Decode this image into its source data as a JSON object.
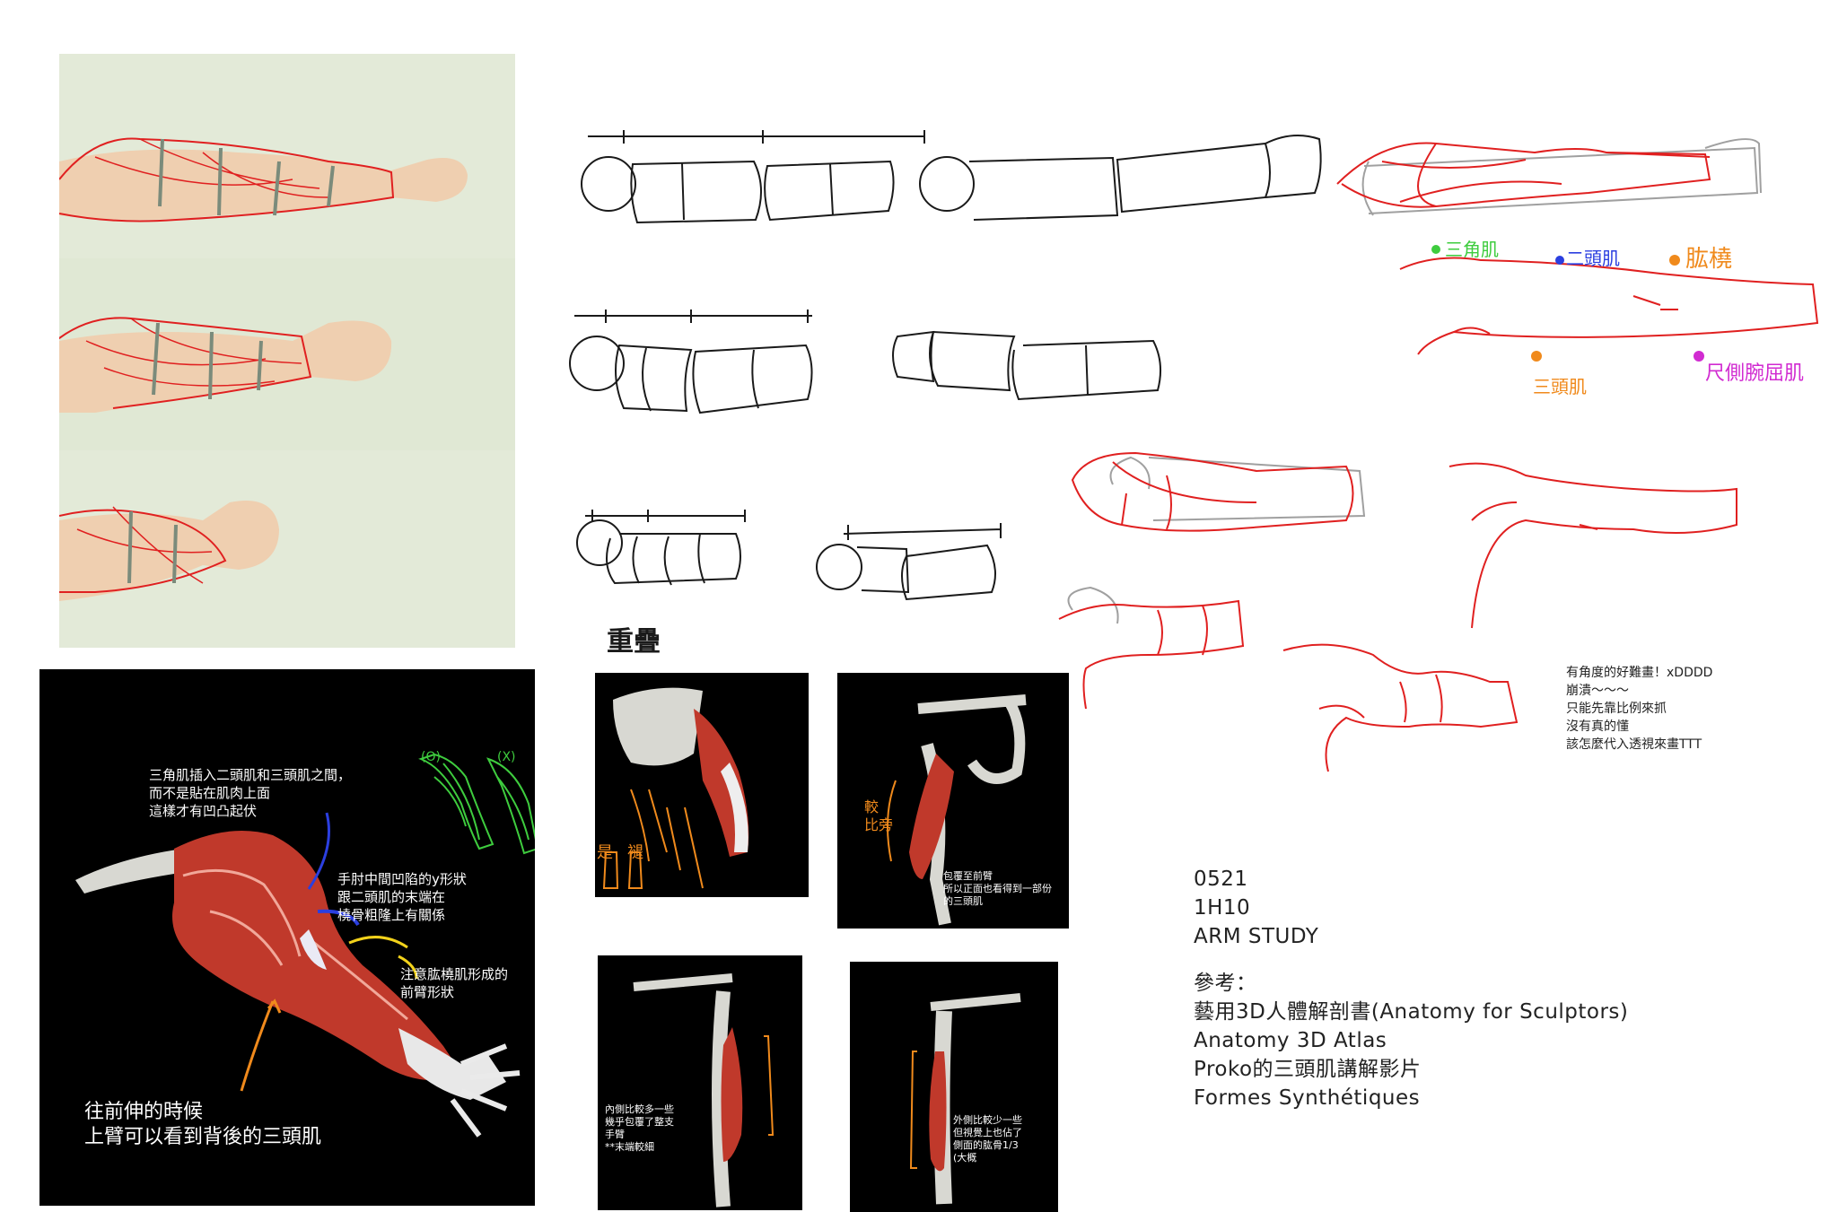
{
  "colors": {
    "red": "#e02020",
    "green": "#3ecc3e",
    "blue": "#2b3fe0",
    "orange": "#f08a1c",
    "magenta": "#d12bd1",
    "ink": "#1a1a1a",
    "gray": "#a0a0a0"
  },
  "study": {
    "date": "0521",
    "duration": "1H10",
    "title": "ARM STUDY",
    "refs_heading": "參考：",
    "refs": [
      "藝用3D人體解剖書(Anatomy for Sculptors)",
      "Anatomy 3D Atlas",
      "Proko的三頭肌講解影片",
      "Formes Synthétiques"
    ]
  },
  "sketch_notes": {
    "overlap": "重疊",
    "muscle_labels": {
      "deltoid": "三角肌",
      "biceps": "二頭肌",
      "brachioradialis": "肱橈",
      "triceps": "三頭肌",
      "flexor_carpi_ulnaris": "尺側腕屈肌"
    },
    "angle_comment": "有角度的好難畫！xDDDD\n崩潰～～～\n只能先靠比例來抓\n沒有真的懂\n該怎麼代入透視來畫TTT"
  },
  "anatomy_notes": {
    "deltoid_insert": "三角肌插入二頭肌和三頭肌之間，\n而不是貼在肌肉上面\n這樣才有凹凸起伏",
    "check_ok": "(O)",
    "check_no": "(X)",
    "elbow_y": "手肘中間凹陷的y形狀\n跟二頭肌的末端在\n橈骨粗隆上有關係",
    "brachioradialis_form": "注意肱橈肌形成的\n前臂形狀",
    "forward_reach": "往前伸的時候\n上臂可以看到背後的三頭肌",
    "vertical_1": "是",
    "vertical_2": "褪",
    "side_mark": "較\n比旁",
    "front_visible": "包覆至前臂\n所以正面也看得到一部份\n的三頭肌",
    "inner_side": "內側比較多一些\n幾乎包覆了整支\n手臂\n**末端較細",
    "outer_side": "外側比較少一些\n但視覺上也佔了\n側面的肱骨1/3\n(大概"
  }
}
